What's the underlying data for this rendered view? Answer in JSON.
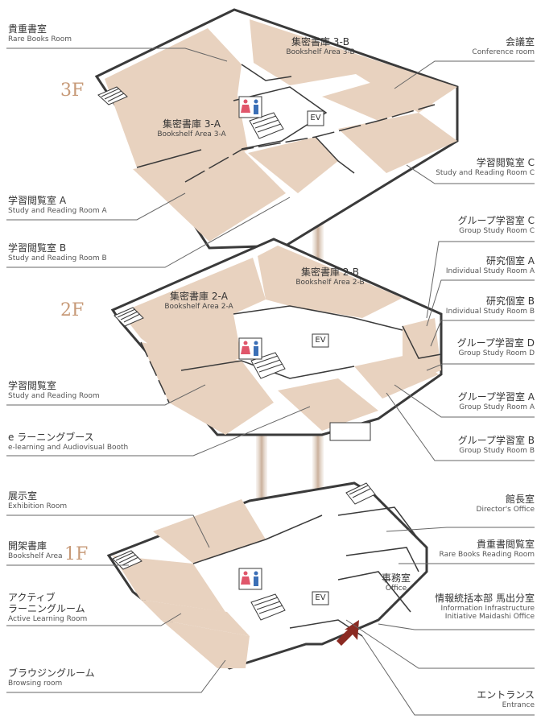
{
  "floors": [
    {
      "id": "3F",
      "label": "3F"
    },
    {
      "id": "2F",
      "label": "2F"
    },
    {
      "id": "1F",
      "label": "1F"
    }
  ],
  "elevator_label": "EV",
  "rooms_in_map": {
    "f3_bookshelf_a": {
      "jp": "集密書庫 3-A",
      "en": "Bookshelf Area 3-A"
    },
    "f3_bookshelf_b": {
      "jp": "集密書庫 3-B",
      "en": "Bookshelf Area 3-B"
    },
    "f2_bookshelf_a": {
      "jp": "集密書庫 2-A",
      "en": "Bookshelf Area 2-A"
    },
    "f2_bookshelf_b": {
      "jp": "集密書庫 2-B",
      "en": "Bookshelf Area 2-B"
    },
    "f1_office": {
      "jp": "事務室",
      "en": "Office"
    }
  },
  "left_labels": [
    {
      "key": "rare_books_room",
      "jp": "貴重書室",
      "en": "Rare Books Room"
    },
    {
      "key": "study_room_a",
      "jp": "学習閲覧室 A",
      "en": "Study and Reading Room A"
    },
    {
      "key": "study_room_b",
      "jp": "学習閲覧室 B",
      "en": "Study and Reading Room B"
    },
    {
      "key": "study_room_2f",
      "jp": "学習閲覧室",
      "en": "Study and Reading Room"
    },
    {
      "key": "elearning",
      "jp": "e ラーニングブース",
      "en": "e-learning and Audiovisual Booth"
    },
    {
      "key": "exhibition",
      "jp": "展示室",
      "en": "Exhibition Room"
    },
    {
      "key": "open_shelf",
      "jp": "開架書庫",
      "en": "Bookshelf Area"
    },
    {
      "key": "active_learning",
      "jp": "アクティブ\nラーニングルーム",
      "en": "Active Learning Room"
    },
    {
      "key": "browsing",
      "jp": "ブラウジングルーム",
      "en": "Browsing room"
    }
  ],
  "right_labels": [
    {
      "key": "conference",
      "jp": "会議室",
      "en": "Conference room"
    },
    {
      "key": "study_room_c",
      "jp": "学習閲覧室 C",
      "en": "Study and Reading Room C"
    },
    {
      "key": "group_c",
      "jp": "グループ学習室 C",
      "en": "Group Study Room C"
    },
    {
      "key": "individual_a",
      "jp": "研究個室 A",
      "en": "Individual Study Room A"
    },
    {
      "key": "individual_b",
      "jp": "研究個室 B",
      "en": "Individual Study Room B"
    },
    {
      "key": "group_d",
      "jp": "グループ学習室 D",
      "en": "Group Study Room D"
    },
    {
      "key": "group_a",
      "jp": "グループ学習室 A",
      "en": "Group Study Room A"
    },
    {
      "key": "group_b",
      "jp": "グループ学習室 B",
      "en": "Group Study Room B"
    },
    {
      "key": "director",
      "jp": "館長室",
      "en": "Director's Office"
    },
    {
      "key": "rare_reading",
      "jp": "貴重書閲覧室",
      "en": "Rare Books Reading Room"
    },
    {
      "key": "info_infra",
      "jp": "情報統括本部 馬出分室",
      "en": "Information Infrastructure\nInitiative Maidashi Office"
    },
    {
      "key": "entrance",
      "jp": "エントランス",
      "en": "Entrance"
    }
  ],
  "colors": {
    "room_fill": "#e8d2bf",
    "wall": "#3a3a3a",
    "floor_label": "#c79a78",
    "leader": "#666666",
    "entrance_arrow": "#8b2a22",
    "toilet_female": "#e0566b",
    "toilet_male": "#3b6fb6",
    "shaft": "#c9b09b"
  },
  "icons": [
    "restroom-icon",
    "entrance-arrow-icon",
    "stairs-icon"
  ]
}
